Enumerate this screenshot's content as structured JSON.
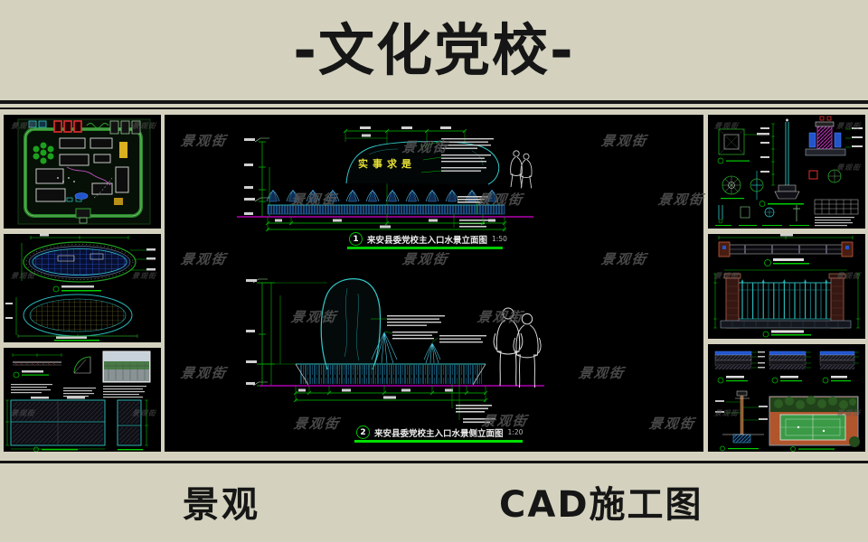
{
  "header": {
    "title": "-文化党校-"
  },
  "watermark": {
    "text": "景观街"
  },
  "main": {
    "drawing1": {
      "number": "1",
      "title": "来安县委党校主入口水景立面图",
      "scale": "1:50",
      "stone_text": "实事求是"
    },
    "drawing2": {
      "number": "2",
      "title": "来安县委党校主入口水景侧立面图",
      "scale": "1:20"
    }
  },
  "footer": {
    "left": "景观",
    "right": "CAD施工图"
  },
  "colors": {
    "background": "#d4d2bf",
    "panel": "#000000",
    "cad_green": "#00bf00",
    "cad_cyan": "#35c8c8",
    "cad_magenta": "#bb00bb",
    "cad_yellow": "#e6e135",
    "cad_blue": "#2a6fd6",
    "title_underline": "#00cc00"
  }
}
